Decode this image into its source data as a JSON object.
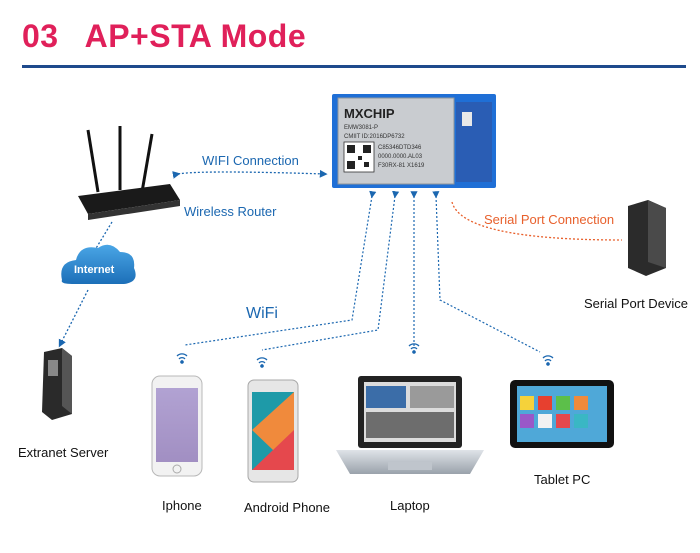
{
  "header": {
    "number": "03",
    "title": "AP+STA Mode"
  },
  "module": {
    "brand": "MXCHIP",
    "model": "EMW3081-P",
    "cmiit": "CMIIT ID:2016DP6732",
    "codes": [
      "C85346DTD346",
      "0000.0000.AL03",
      "F30RX-81 X1619"
    ]
  },
  "labels": {
    "wifi_connection": "WIFI Connection",
    "wireless_router": "Wireless Router",
    "internet": "Internet",
    "extranet_server": "Extranet Server",
    "serial_connection": "Serial Port Connection",
    "serial_device": "Serial Port Device",
    "wifi": "WiFi",
    "iphone": "Iphone",
    "android_phone": "Android Phone",
    "laptop": "Laptop",
    "tablet_pc": "Tablet PC"
  },
  "colors": {
    "accent": "#e0205a",
    "rule": "#1e4a8c",
    "link_blue": "#1b67b0",
    "serial_orange": "#e8602c"
  }
}
